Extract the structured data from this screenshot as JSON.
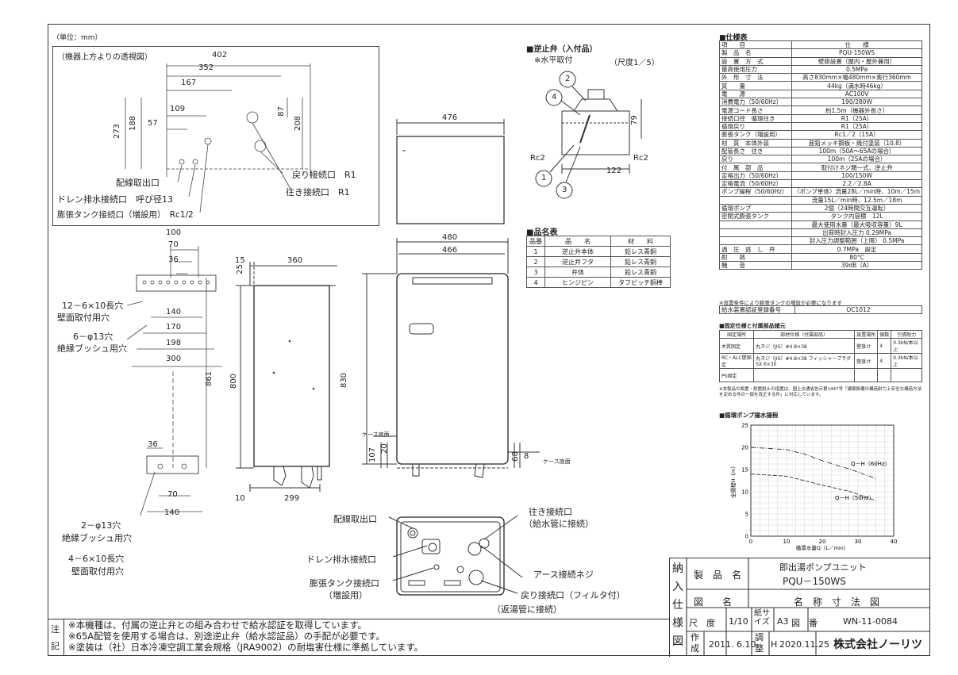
{
  "unit_note": "（単位：mm）",
  "top_view": {
    "caption": "（機器上方よりの透視図）",
    "dims": [
      "402",
      "352",
      "167",
      "109",
      "57",
      "273",
      "188",
      "87",
      "208"
    ],
    "labels": [
      "配線取出口",
      "ドレン排水接続口　呼び径13",
      "膨張タンク接続口（増設用）　Rc1/2",
      "戻り接続口　R1",
      "往き接続口　R1"
    ]
  },
  "check_valve": {
    "title": "■逆止弁（入付品）",
    "sub": "※水平取付",
    "scale": "（尺度1／5）",
    "dims": [
      "79",
      "122"
    ],
    "labels": [
      "Rc2",
      "Rc2"
    ],
    "balloons": [
      "1",
      "2",
      "3",
      "4"
    ]
  },
  "parts": {
    "title": "■品名表",
    "headers": [
      "品番",
      "品　　名",
      "材　　料"
    ],
    "rows": [
      [
        "1",
        "逆止弁本体",
        "鉛レス青銅"
      ],
      [
        "2",
        "逆止弁フタ",
        "鉛レス青銅"
      ],
      [
        "3",
        "弁体",
        "鉛レス青銅"
      ],
      [
        "4",
        "ヒンジピン",
        "タフピッチ銅棒"
      ]
    ]
  },
  "spec": {
    "title": "■仕様表",
    "rows": [
      [
        "項　　目",
        "仕　　様"
      ],
      [
        "製　品　名",
        "PQU-150WS"
      ],
      [
        "設　置　方　式",
        "壁掛設置（屋内・屋外兼用）"
      ],
      [
        "最高使用圧力",
        "0.5MPa"
      ],
      [
        "外　形　寸　法",
        "高さ830mm×幅480mm×奥行360mm"
      ],
      [
        "質　　量",
        "44kg（満水時46kg）"
      ],
      [
        "電　　源",
        "AC100V"
      ],
      [
        "消費電力（50/60Hz）",
        "190/280W"
      ],
      [
        "電源コード長さ",
        "約1.5m（機器外長さ）"
      ],
      [
        "接続口径　循環往き",
        "R1（25A）"
      ],
      [
        "循環戻り",
        "R1（25A）"
      ],
      [
        "膨張タンク（増設用）",
        "Rc1／2（15A）"
      ],
      [
        "材　質　本体外装",
        "亜鉛メッキ鋼板・焼付塗装（10.8）"
      ],
      [
        "配管長さ　往き",
        "100m（50A〜65Aの場合）"
      ],
      [
        "戻り",
        "100m（25Aの場合）"
      ],
      [
        "付　属　部　品",
        "取付けネジ類一式、逆止弁"
      ],
      [
        "定格出力（50/60Hz）",
        "100/150W"
      ],
      [
        "定格電流（50/60Hz）",
        "2.2／2.8A"
      ],
      [
        "ポンプ揚程（50/60Hz）",
        "〈ポンプ単体〉流量28L／min時、10m／15m"
      ],
      [
        "",
        "流量15L／min時、12.5m／18m"
      ],
      [
        "循環ポンプ",
        "2個（24時間交互運転）"
      ],
      [
        "密閉式膨張タンク",
        "タンク内容積　12L"
      ],
      [
        "",
        "最大使用水量（最大吸収容量）9L"
      ],
      [
        "",
        "出荷時封入圧力 0.29MPa"
      ],
      [
        "",
        "封入圧力調整範囲（上限） 0.5MPa"
      ],
      [
        "過　圧　逃　し　弁",
        "0.7MPa　設定"
      ],
      [
        "耐　　熱",
        "80°C"
      ],
      [
        "騒　　音",
        "39dB（A）"
      ]
    ],
    "note": "※設置条件により膨張タンクの増設が必要になります",
    "cert_label": "給水装置認証登録番号",
    "cert_value": "OC1012"
  },
  "fixing": {
    "title": "■固定仕様と付属部品諸元",
    "headers": [
      "固定場所",
      "部材仕様（付属部品）",
      "設置場所",
      "個数",
      "引張耐力"
    ],
    "rows": [
      [
        "木質固定",
        "丸ネジ（JIS）#4.8×38",
        "壁掛け",
        "4",
        "0.3kN/本以上"
      ],
      [
        "RC・ALC壁固定",
        "丸ネジ（JIS）#4.8×38 フィッシャープラグSX 6×30",
        "壁掛け",
        "4",
        "0.3kN/本以上"
      ],
      [
        "PS固定",
        "",
        "",
        "",
        ""
      ]
    ],
    "note": "※本製品の設置・耐震耐止の措置は、国土交通省告示第1447号「建築設備の構造耐力上安全な構造方法を定める件の一部を改正する件」に対応しています。"
  },
  "pump_chart": {
    "title": "■循環ポンプ揚水揚程",
    "chart_data": {
      "type": "line",
      "title": "",
      "xlabel": "循環水量Q（L／min）",
      "ylabel": "全揚程H（m）",
      "xlim": [
        0,
        40
      ],
      "ylim": [
        0,
        25
      ],
      "xticks": [
        0,
        10,
        20,
        30,
        40
      ],
      "yticks": [
        0,
        5,
        10,
        15,
        20,
        25
      ],
      "series": [
        {
          "name": "Q－H（60Hz）",
          "x": [
            0,
            10,
            15,
            20,
            28,
            35
          ],
          "y": [
            20,
            19.5,
            18.5,
            17,
            15,
            13
          ]
        },
        {
          "name": "Q－H（50Hz）",
          "x": [
            0,
            10,
            15,
            20,
            28,
            35
          ],
          "y": [
            14,
            13.5,
            12.5,
            11.5,
            10,
            8
          ]
        }
      ]
    }
  },
  "wall_side": {
    "dims_top": [
      "100",
      "70",
      "36",
      "140",
      "170",
      "198",
      "300"
    ],
    "dims_vert": [
      "861"
    ],
    "dims_bottom": [
      "36",
      "70",
      "140"
    ],
    "labels": [
      "12－6×10長穴",
      "壁面取付用穴",
      "6－φ13穴",
      "絶縁ブッシュ用穴",
      "2－φ13穴",
      "絶縁ブッシュ用穴",
      "4－6×10長穴",
      "壁面取付用穴"
    ]
  },
  "side_view": {
    "dims": [
      "25",
      "15",
      "360",
      "800",
      "10",
      "299"
    ]
  },
  "front_view": {
    "dims": [
      "476",
      "480",
      "466",
      "830",
      "107",
      "20",
      "68",
      "8"
    ],
    "labels": [
      "ケース底面",
      "ケース底面"
    ]
  },
  "bottom_view": {
    "labels": [
      "配線取出口",
      "ドレン排水接続口",
      "膨張タンク接続口",
      "（増設用）",
      "往き接続口",
      "（給水管に接続）",
      "アース接続ネジ",
      "戻り接続口（フィルタ付）",
      "（返湯管に接続）"
    ]
  },
  "notes": {
    "heading": "注記",
    "lines": [
      "※本機種は、付属の逆止弁との組み合わせで給水認証を取得しています。",
      "※65A配管を使用する場合は、別途逆止弁（給水認証品）の手配が必要です。",
      "※塗装は（社）日本冷凍空調工業会規格（JRA9002）の耐塩害仕様に準拠しています。"
    ]
  },
  "title_block": {
    "side_label": "納入仕様図",
    "product_label": "製　品　名",
    "product_line1": "即出湯ポンプユニット",
    "product_line2": "PQU－150WS",
    "drawing_label": "図　　名",
    "drawing_name": "名　称　寸　法　図",
    "scale_label": "尺　度",
    "scale_value": "1/10",
    "paper_label": "紙サイズ",
    "paper_value": "A3",
    "drawno_label": "図　番",
    "drawno_value": "WN-11-0084",
    "created_label": "作成",
    "created_value": "2011. 6.10",
    "revised_label": "調整",
    "revised_mark": "H",
    "revised_value": "2020.11.25",
    "company": "株式会社ノーリツ"
  }
}
